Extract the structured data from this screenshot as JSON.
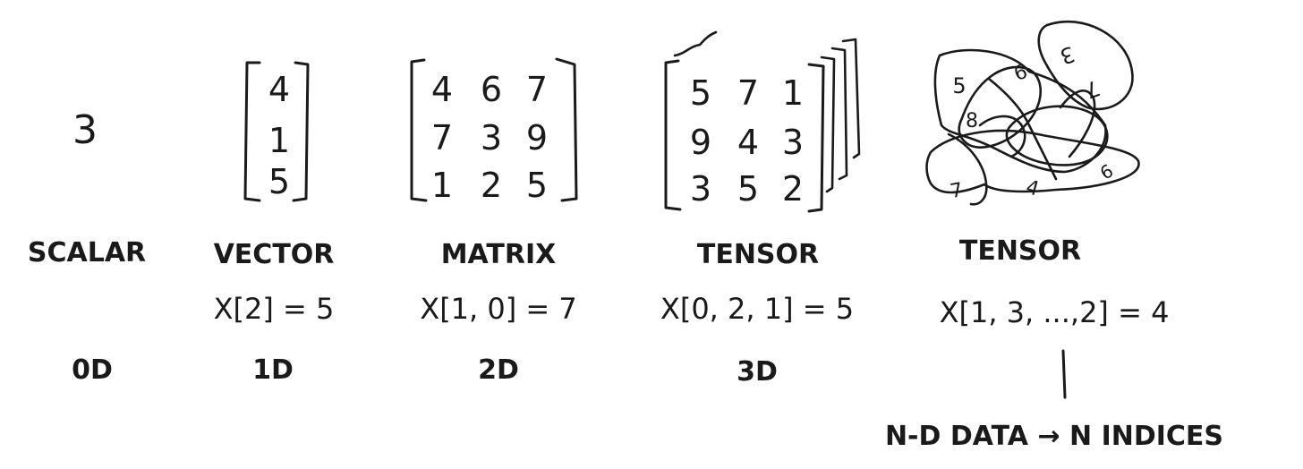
{
  "scalar": {
    "value": "3",
    "label": "SCALAR",
    "dim": "0D"
  },
  "vector": {
    "values": [
      "4",
      "1",
      "5"
    ],
    "label": "VECTOR",
    "index": "X[2] = 5",
    "dim": "1D"
  },
  "matrix": {
    "rows": [
      [
        "4",
        "6",
        "7"
      ],
      [
        "7",
        "3",
        "9"
      ],
      [
        "1",
        "2",
        "5"
      ]
    ],
    "label": "MATRIX",
    "index": "X[1, 0] = 7",
    "dim": "2D"
  },
  "tensor3d": {
    "rows": [
      [
        "5",
        "7",
        "1"
      ],
      [
        "9",
        "4",
        "3"
      ],
      [
        "3",
        "5",
        "2"
      ]
    ],
    "label": "TENSOR",
    "index": "X[0, 2, 1] = 5",
    "dim": "3D"
  },
  "tensorNd": {
    "blob_numbers": [
      "5",
      "6",
      "3",
      "7",
      "8",
      "7",
      "4",
      "6"
    ],
    "label": "TENSOR",
    "index": "X[1, 3, ...,2] = 4"
  },
  "footer": {
    "caption": "N-D DATA → N INDICES"
  }
}
